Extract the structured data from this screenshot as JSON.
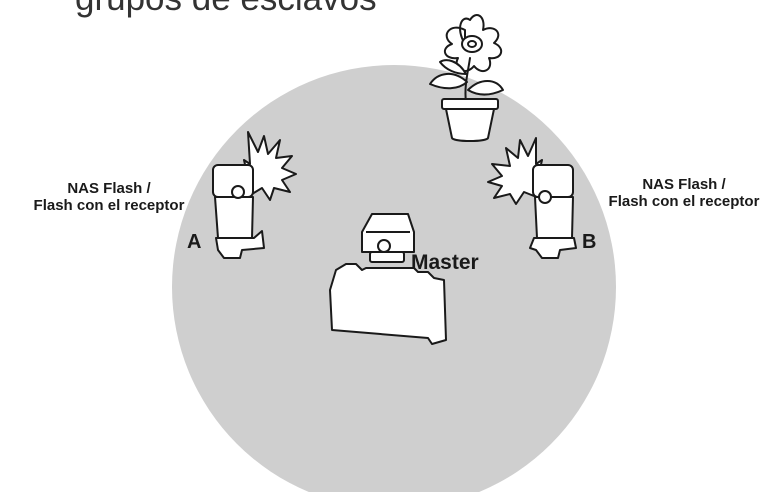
{
  "diagram": {
    "title": "grupos de esclavos",
    "flash_a": {
      "label_line1": "NAS Flash /",
      "label_line2": "Flash con el receptor",
      "group": "A"
    },
    "flash_b": {
      "label_line1": "NAS Flash /",
      "label_line2": "Flash con el receptor",
      "group": "B"
    },
    "master": {
      "label": "Master"
    },
    "icons": [
      "flower-pot-icon",
      "flash-unit-icon",
      "camera-icon",
      "light-burst-icon"
    ],
    "colors": {
      "circle_fill": "#cfcfcf",
      "stroke": "#1a1a1a",
      "background": "#ffffff",
      "object_fill": "#ffffff"
    }
  }
}
